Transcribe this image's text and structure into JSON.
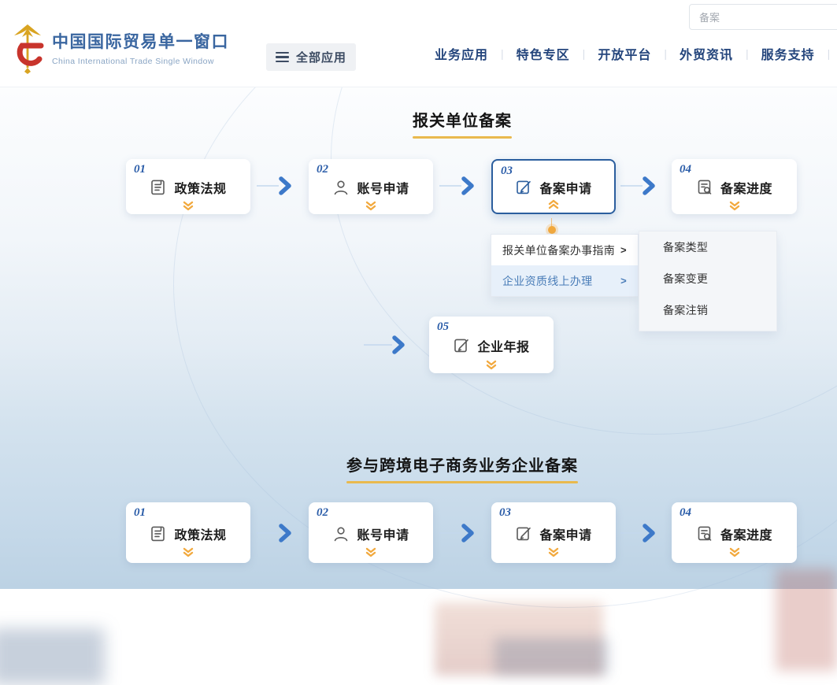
{
  "colors": {
    "accent_blue": "#2b5e9e",
    "accent_orange": "#f2a93e",
    "underline_gold": "#e9b94e",
    "nav_navy": "#24457c"
  },
  "header": {
    "logo_title": "中国国际贸易单一窗口",
    "logo_subtitle": "China International Trade Single Window",
    "all_apps_label": "全部应用",
    "nav": [
      {
        "label": "业务应用"
      },
      {
        "label": "特色专区"
      },
      {
        "label": "开放平台"
      },
      {
        "label": "外贸资讯"
      },
      {
        "label": "服务支持"
      }
    ],
    "search_value": "备案"
  },
  "sections": [
    {
      "title": "报关单位备案",
      "steps": [
        {
          "num": "01",
          "label": "政策法规"
        },
        {
          "num": "02",
          "label": "账号申请"
        },
        {
          "num": "03",
          "label": "备案申请"
        },
        {
          "num": "04",
          "label": "备案进度"
        }
      ],
      "extra_step": {
        "num": "05",
        "label": "企业年报"
      },
      "dropdown": {
        "items": [
          {
            "label": "报关单位备案办事指南",
            "arrow": ">"
          },
          {
            "label": "企业资质线上办理",
            "arrow": ">"
          }
        ],
        "submenu": [
          "备案类型",
          "备案变更",
          "备案注销"
        ]
      }
    },
    {
      "title": "参与跨境电子商务业务企业备案",
      "steps": [
        {
          "num": "01",
          "label": "政策法规"
        },
        {
          "num": "02",
          "label": "账号申请"
        },
        {
          "num": "03",
          "label": "备案申请"
        },
        {
          "num": "04",
          "label": "备案进度"
        }
      ]
    }
  ]
}
